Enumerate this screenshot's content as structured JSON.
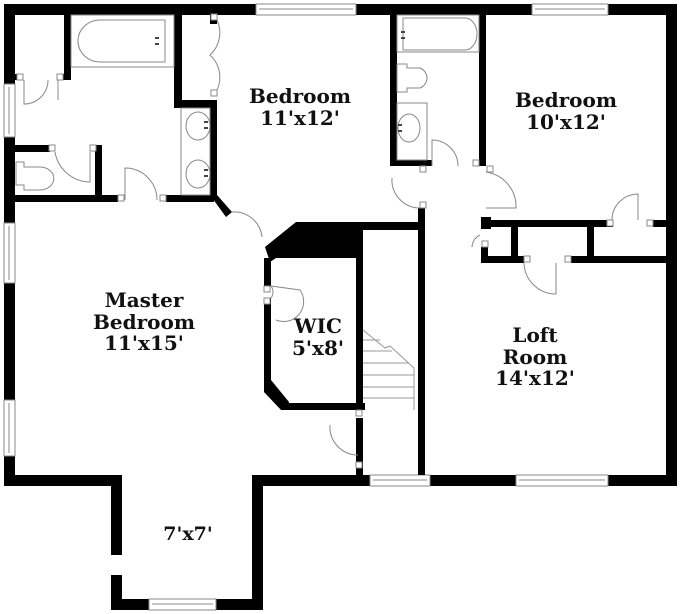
{
  "plan": {
    "type": "floor-plan",
    "colors": {
      "wall": "#000000",
      "fixture": "#8a8a8a",
      "background": "#ffffff",
      "text": "#111111"
    },
    "rooms": [
      {
        "id": "bedroom-2",
        "name": "Bedroom",
        "dimensions": "11'x12'"
      },
      {
        "id": "bedroom-3",
        "name": "Bedroom",
        "dimensions": "10'x12'"
      },
      {
        "id": "master-bedroom",
        "name_line1": "Master",
        "name_line2": "Bedroom",
        "dimensions": "11'x15'"
      },
      {
        "id": "wic",
        "name": "WIC",
        "dimensions": "5'x8'"
      },
      {
        "id": "loft-room",
        "name_line1": "Loft",
        "name_line2": "Room",
        "dimensions": "14'x12'"
      },
      {
        "id": "sitting-area",
        "dimensions": "7'x7'"
      }
    ]
  }
}
